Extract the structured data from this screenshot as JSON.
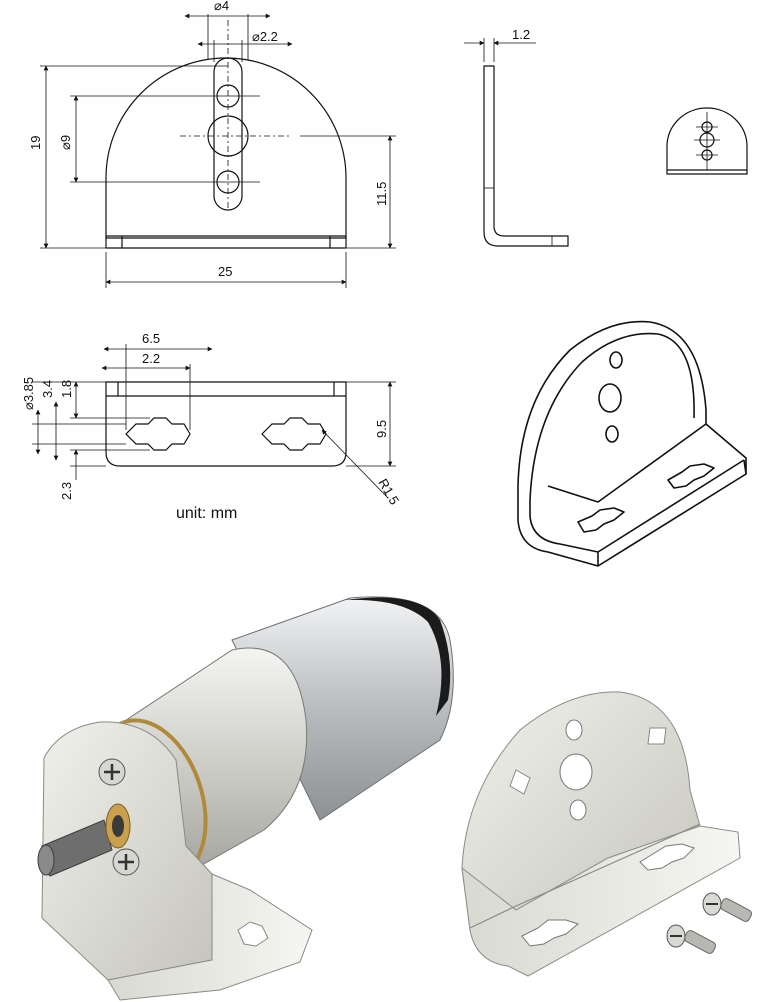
{
  "unit_label": "unit: mm",
  "front_view": {
    "hole_diameter_top": "⌀4",
    "slot_width": "⌀2.2",
    "overall_height": "19",
    "center_hole_diameter": "⌀9",
    "hole_center_height": "11.5",
    "width": "25"
  },
  "side_view": {
    "thickness": "1.2"
  },
  "bottom_view": {
    "slot_offset": "6.5",
    "slot_offset_inner": "2.2",
    "hole_diameter": "⌀3.85",
    "dim_3_4": "3.4",
    "dim_1_8": "1.8",
    "dim_2_3": "2.3",
    "depth": "9.5",
    "corner_radius": "R1.5"
  },
  "colors": {
    "line": "#111111",
    "metal_light": "#e6e6e0",
    "metal_mid": "#c9c9c2",
    "motor_body": "#d4d6d8",
    "brass": "#b08a3a"
  }
}
